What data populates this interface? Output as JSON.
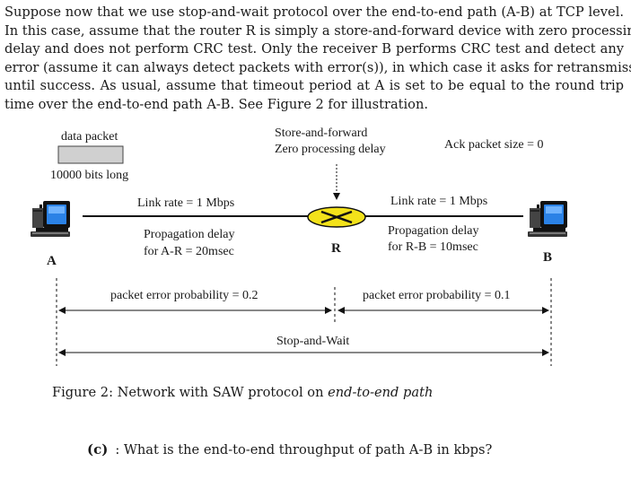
{
  "paragraph": {
    "lines": [
      "Suppose now that we use stop-and-wait protocol over the end-to-end path (A-B) at TCP level.",
      "In this case, assume that the router R is simply a store-and-forward device with zero processing",
      "delay and does not perform CRC test.  Only the receiver B performs CRC test and detect any",
      "error (assume it can always detect packets with error(s)), in which case it asks for retransmission",
      "until success.  As usual, assume that timeout period at A is set to be equal to the round trip",
      "time over the end-to-end path A-B. See Figure 2 for illustration."
    ]
  },
  "figure": {
    "data_packet_label": "data packet",
    "packet_size_label": "10000 bits long",
    "router_type_line1": "Store-and-forward",
    "router_type_line2": "Zero processing delay",
    "ack_size_label": "Ack packet size = 0",
    "link_ar_rate": "Link rate = 1 Mbps",
    "link_rb_rate": "Link rate = 1 Mbps",
    "prop_ar_line1": "Propagation delay",
    "prop_ar_line2": "for A-R = 20msec",
    "prop_rb_line1": "Propagation delay",
    "prop_rb_line2": "for R-B = 10msec",
    "node_a": "A",
    "node_r": "R",
    "node_b": "B",
    "error_ar": "packet error probability = 0.2",
    "error_rb": "packet error probability = 0.1",
    "protocol_label": "Stop-and-Wait",
    "colors": {
      "packet_fill": "#d0d0d0",
      "router_fill": "#f3e21a",
      "monitor_blue": "#1f6fd1"
    }
  },
  "caption": {
    "prefix": "Figure 2: Network with SAW protocol on ",
    "italic": "end-to-end path"
  },
  "question": {
    "number": "(c)",
    "text": ": What is the end-to-end throughput of path A-B in kbps?"
  }
}
